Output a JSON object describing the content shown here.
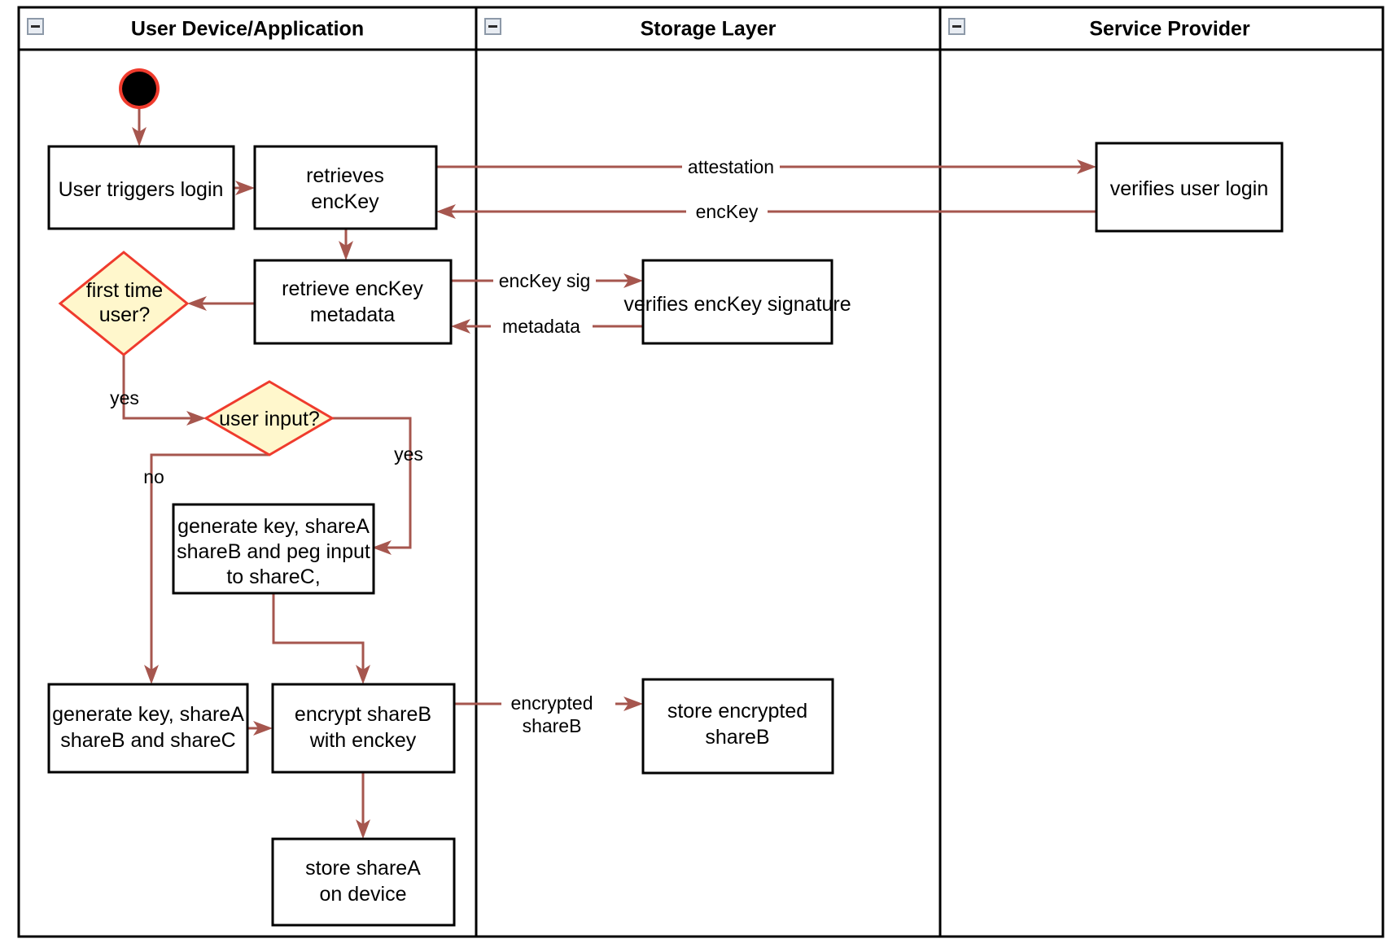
{
  "diagram": {
    "type": "uml-activity-swimlane",
    "title": "Login / key provisioning activity diagram",
    "colors": {
      "edge": "#a6564e",
      "decision_fill": "#fff7cc",
      "decision_stroke": "#ef3b2d",
      "node_stroke": "#000000",
      "node_fill": "#ffffff",
      "start_ring": "#ef3b2d"
    }
  },
  "lanes": [
    {
      "id": "lane-user-device",
      "title": "User Device/Application",
      "collapse_icon": "minus-icon"
    },
    {
      "id": "lane-storage",
      "title": "Storage Layer",
      "collapse_icon": "minus-icon"
    },
    {
      "id": "lane-service-provider",
      "title": "Service Provider",
      "collapse_icon": "minus-icon"
    }
  ],
  "nodes": {
    "start": {
      "kind": "initial-node",
      "label": ""
    },
    "user_triggers_login": {
      "kind": "action",
      "lines": [
        "User triggers login"
      ]
    },
    "retrieves_enckey": {
      "kind": "action",
      "lines": [
        "retrieves",
        "encKey"
      ]
    },
    "verifies_user_login": {
      "kind": "action",
      "lines": [
        "verifies user login"
      ]
    },
    "retrieve_enckey_metadata": {
      "kind": "action",
      "lines": [
        "retrieve encKey",
        "metadata"
      ]
    },
    "verifies_enckey_signature": {
      "kind": "action",
      "lines": [
        "verifies encKey signature"
      ]
    },
    "first_time_user": {
      "kind": "decision",
      "lines": [
        "first time",
        "user?"
      ]
    },
    "user_input": {
      "kind": "decision",
      "lines": [
        "user input?"
      ]
    },
    "generate_peg": {
      "kind": "action",
      "lines": [
        "generate key, shareA",
        "shareB and peg input",
        "to shareC,"
      ]
    },
    "generate_shares": {
      "kind": "action",
      "lines": [
        "generate key, shareA",
        "shareB and shareC"
      ]
    },
    "encrypt_shareb": {
      "kind": "action",
      "lines": [
        "encrypt shareB",
        "with enckey"
      ]
    },
    "store_encrypted_shareb": {
      "kind": "action",
      "lines": [
        "store encrypted",
        "shareB"
      ]
    },
    "store_sharea": {
      "kind": "action",
      "lines": [
        "store shareA",
        "on device"
      ]
    }
  },
  "edge_labels": {
    "attestation": "attestation",
    "enckey": "encKey",
    "enckey_sig": "encKey sig",
    "metadata": "metadata",
    "encrypted_shareb_l1": "encrypted",
    "encrypted_shareb_l2": "shareB",
    "guard_yes_first_time": "yes",
    "guard_yes_user_input": "yes",
    "guard_no_user_input": "no"
  }
}
